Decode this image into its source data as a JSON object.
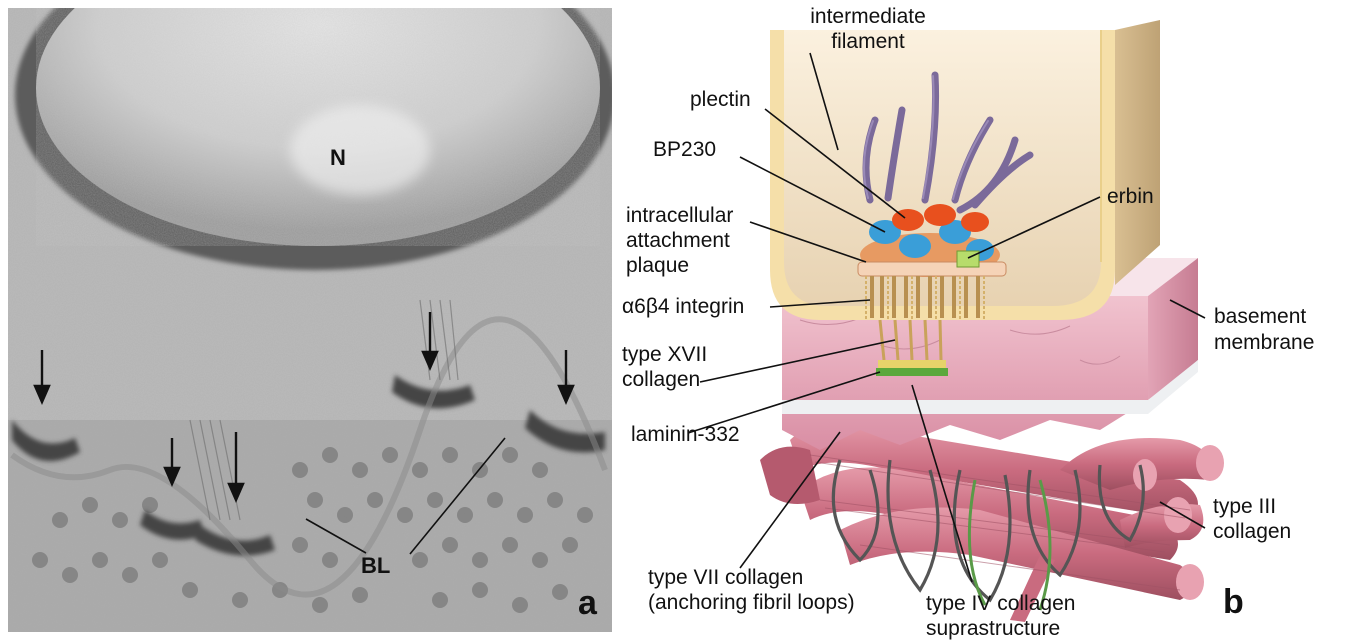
{
  "panel_a": {
    "letter": "a",
    "labels": {
      "nucleus": "N",
      "basal_lamina": "BL"
    }
  },
  "panel_b": {
    "letter": "b",
    "labels": {
      "intermediate_filament_1": "intermediate",
      "intermediate_filament_2": "filament",
      "plectin": "plectin",
      "bp230": "BP230",
      "erbin": "erbin",
      "plaque_1": "intracellular",
      "plaque_2": "attachment",
      "plaque_3": "plaque",
      "integrin": "α6β4 integrin",
      "basement_membrane_1": "basement",
      "basement_membrane_2": "membrane",
      "collagen17_1": "type XVII",
      "collagen17_2": "collagen",
      "laminin": "laminin-332",
      "collagen3_1": "type III",
      "collagen3_2": "collagen",
      "collagen7_1": "type VII collagen",
      "collagen7_2": "(anchoring fibril loops)",
      "collagen4_1": "type IV collagen",
      "collagen4_2": "suprastructure"
    }
  }
}
